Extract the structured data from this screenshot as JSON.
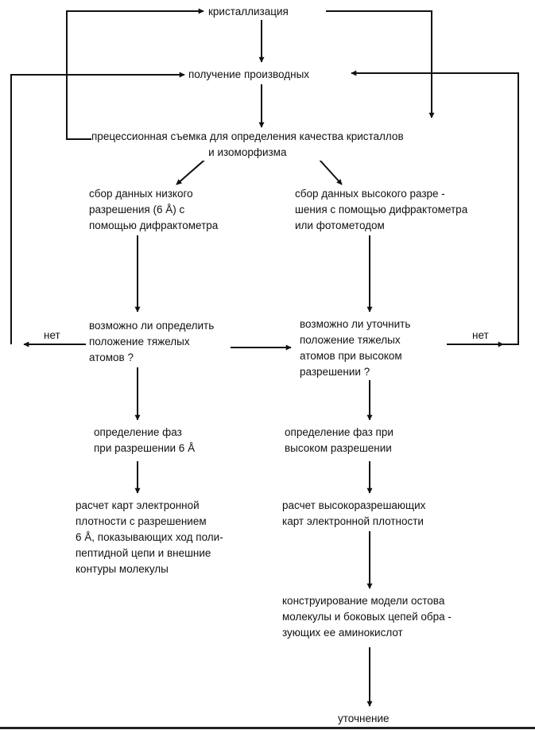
{
  "nodes": {
    "crystallization": "кристаллизация",
    "derivatives": "получение производных",
    "precession": "прецессионная съемка для определения качества кристаллов\nи изоморфизма",
    "low_res_data": "сбор данных низкого\nразрешения (6 Å) с\nпомощью дифрактометра",
    "high_res_data": "сбор данных высокого разре -\nшения с помощью дифрактометра\nили фотометодом",
    "low_q": "возможно ли определить\nположение тяжелых\nатомов ?",
    "high_q": "возможно ли уточнить\nположение тяжелых\nатомов при высоком\nразрешении ?",
    "no_left": "нет",
    "no_right": "нет",
    "phase_low": "определение фаз\nпри разрешении 6 Å",
    "phase_high": "определение фаз при\nвысоком разрешении",
    "map_low": "расчет карт электронной\nплотности с разрешением\n6 Å, показывающих ход поли-\nпептидной цепи и внешние\nконтуры молекулы",
    "map_high": "расчет высокоразрешающих\nкарт электронной плотности",
    "model": "конструирование модели остова\nмолекулы и боковых цепей обра -\nзующих ее аминокислот",
    "refine": "уточнение"
  },
  "colors": {
    "ink": "#111111",
    "background": "#ffffff"
  }
}
